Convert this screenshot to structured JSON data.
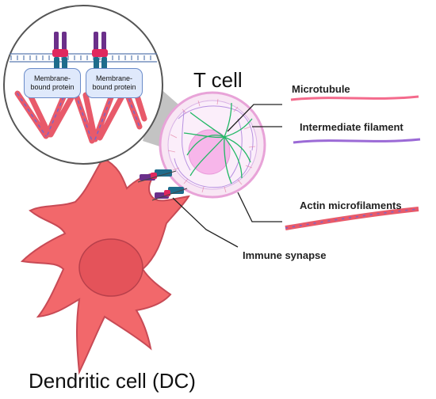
{
  "labels": {
    "t_cell": "T cell",
    "dendritic_cell": "Dendritic cell (DC)",
    "microtubule": "Microtubule",
    "intermediate_filament": "Intermediate filament",
    "actin_microfilaments": "Actin microfilaments",
    "immune_synapse": "Immune synapse"
  },
  "inset": {
    "protein_labels": [
      "Membrane-\nbound protein",
      "Membrane-\nbound protein"
    ]
  },
  "colors": {
    "dc_fill": "#f2686b",
    "dc_nucleus": "#e4535a",
    "t_cell_membrane": "#e8a3d8",
    "t_cell_nucleus": "#f7b6ea",
    "microtubule": "#f46a8c",
    "intermediate_filament": "#9b6ad6",
    "actin": "#e85a6a",
    "receptor_purple": "#6b2f8a",
    "receptor_teal": "#1e6c8c",
    "receptor_pink": "#e0285e"
  }
}
